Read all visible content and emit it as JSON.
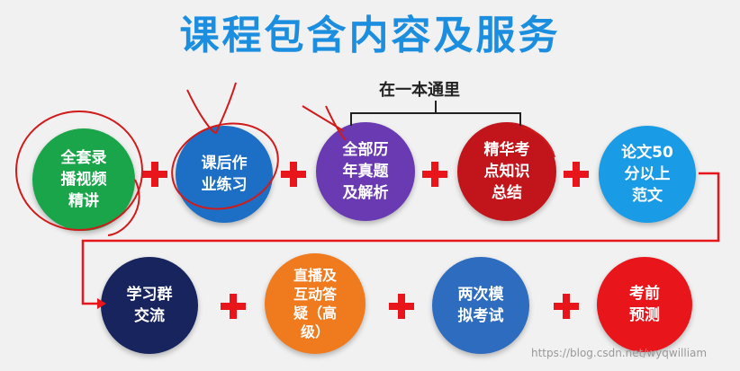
{
  "title": "课程包含内容及服务",
  "bracket_label": "在一本通里",
  "row1": [
    {
      "label": "全套录\n播视频\n精讲",
      "color": "#1aa54a"
    },
    {
      "label": "课后作\n业练习",
      "color": "#1c6fc4"
    },
    {
      "label": "全部历\n年真题\n及解析",
      "color": "#6a3ab2"
    },
    {
      "label": "精华考\n点知识\n总结",
      "color": "#c1141b"
    },
    {
      "label": "论文50\n分以上\n范文",
      "color": "#1a9be6"
    }
  ],
  "row2": [
    {
      "label": "学习群\n交流",
      "color": "#17245e"
    },
    {
      "label": "直播及\n互动答\n疑（高\n级）",
      "color": "#f07a1e"
    },
    {
      "label": "两次模\n拟考试",
      "color": "#2e6cbf"
    },
    {
      "label": "考前\n预测",
      "color": "#e8151b"
    }
  ],
  "watermark": "https://blog.csdn.net/wyqwilliam",
  "colors": {
    "title": "#1b8ee0",
    "plus": "#e8151b",
    "connector": "#e8151b",
    "annotation": "#d11a1a"
  }
}
